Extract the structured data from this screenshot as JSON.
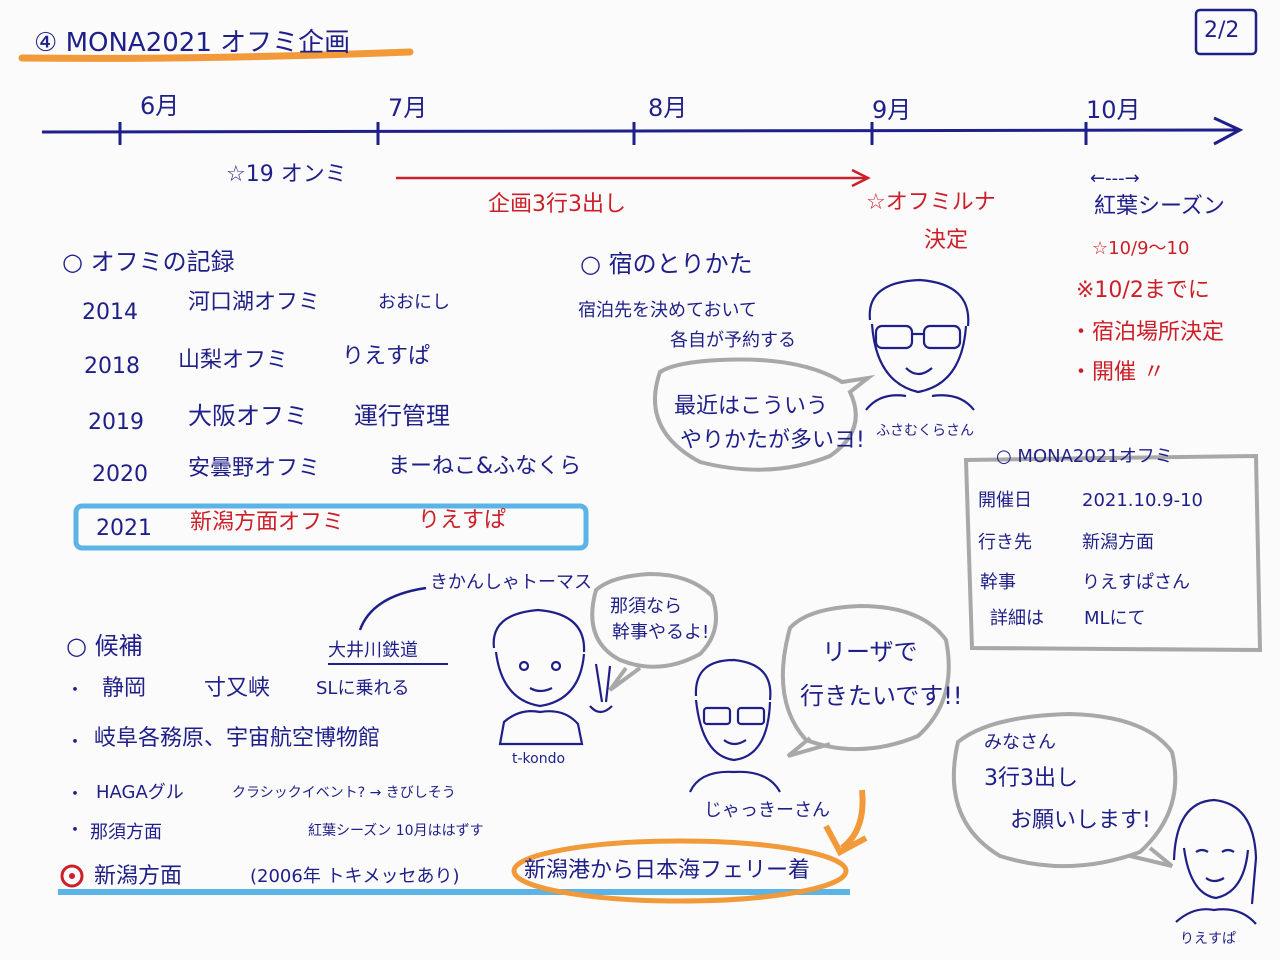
{
  "page": {
    "title": "④ MONA2021 オフミ企画",
    "page_number": "2/2"
  },
  "timeline": {
    "months": [
      "6月",
      "7月",
      "8月",
      "9月",
      "10月"
    ],
    "event_619": "☆19 オンミ",
    "planning": "企画3行3出し",
    "decision_line1": "☆オフミルナ",
    "decision_line2": "決定",
    "koyo_season": "紅葉シーズン",
    "koyo_arrow": "←---→"
  },
  "notes_right": {
    "item1": "☆10/9〜10",
    "item2": "※10/2までに",
    "item3": "・宿泊場所決定",
    "item4": "・開催 〃"
  },
  "record": {
    "heading": "○ オフミの記録",
    "rows": [
      {
        "year": "2014",
        "place": "河口湖オフミ",
        "host": "おおにし"
      },
      {
        "year": "2018",
        "place": "山梨オフミ",
        "host": "りえすぱ"
      },
      {
        "year": "2019",
        "place": "大阪オフミ",
        "host": "運行管理"
      },
      {
        "year": "2020",
        "place": "安曇野オフミ",
        "host": "まーねこ&ふなくら"
      },
      {
        "year": "2021",
        "place": "新潟方面オフミ",
        "host": "りえすぱ"
      }
    ]
  },
  "lodging": {
    "heading": "○ 宿のとりかた",
    "line1": "宿泊先を決めておいて",
    "line2": "各自が予約する"
  },
  "bubbles": {
    "recent_line1": "最近はこういう",
    "recent_line2": "やりかたが多いヨ!",
    "nasu_line1": "那須なら",
    "nasu_line2": "幹事やるよ!",
    "lisa_line1": "リーザで",
    "lisa_line2": "行きたいです!!",
    "minasan_line1": "みなさん",
    "minasan_line2": "3行3出し",
    "minasan_line3": "お願いします!"
  },
  "people": {
    "fusamukusan": "ふさむくらさん",
    "tkondo": "t-kondo",
    "jackie": "じゃっきーさん",
    "riesupa": "りえすぱ"
  },
  "info_box": {
    "title": "○ MONA2021オフミ",
    "rows": [
      {
        "label": "開催日",
        "value": "2021.10.9-10"
      },
      {
        "label": "行き先",
        "value": "新潟方面"
      },
      {
        "label": "幹事",
        "value": "りえすぱさん"
      },
      {
        "label": "詳細は",
        "value": "MLにて"
      }
    ]
  },
  "candidates": {
    "heading": "○ 候補",
    "kikansha_note": "きかんしゃトーマス",
    "oigawa": "大井川鉄道",
    "items": [
      {
        "bullet": "・",
        "text1": "静岡",
        "text2": "寸又峡",
        "text3": "SLに乗れる"
      },
      {
        "bullet": "・",
        "text1": "岐阜各務原、宇宙航空博物館",
        "text2": "",
        "text3": ""
      },
      {
        "bullet": "・",
        "text1": "HAGAグル",
        "text2": "クラシックイベント? → きびしそう",
        "text3": ""
      },
      {
        "bullet": "・",
        "text1": "那須方面",
        "text2": "紅葉シーズン 10月ははずす",
        "text3": ""
      }
    ],
    "selected_text1": "新潟方面",
    "selected_text2": "(2006年 トキメッセあり)",
    "ferry": "新潟港から日本海フェリー着"
  },
  "colors": {
    "ink": "#1f1f8a",
    "red": "#cc1f28",
    "orange": "#f29a3a",
    "blue_highlight": "#5cb3e6",
    "gray_bubble": "#a8a8a8"
  }
}
